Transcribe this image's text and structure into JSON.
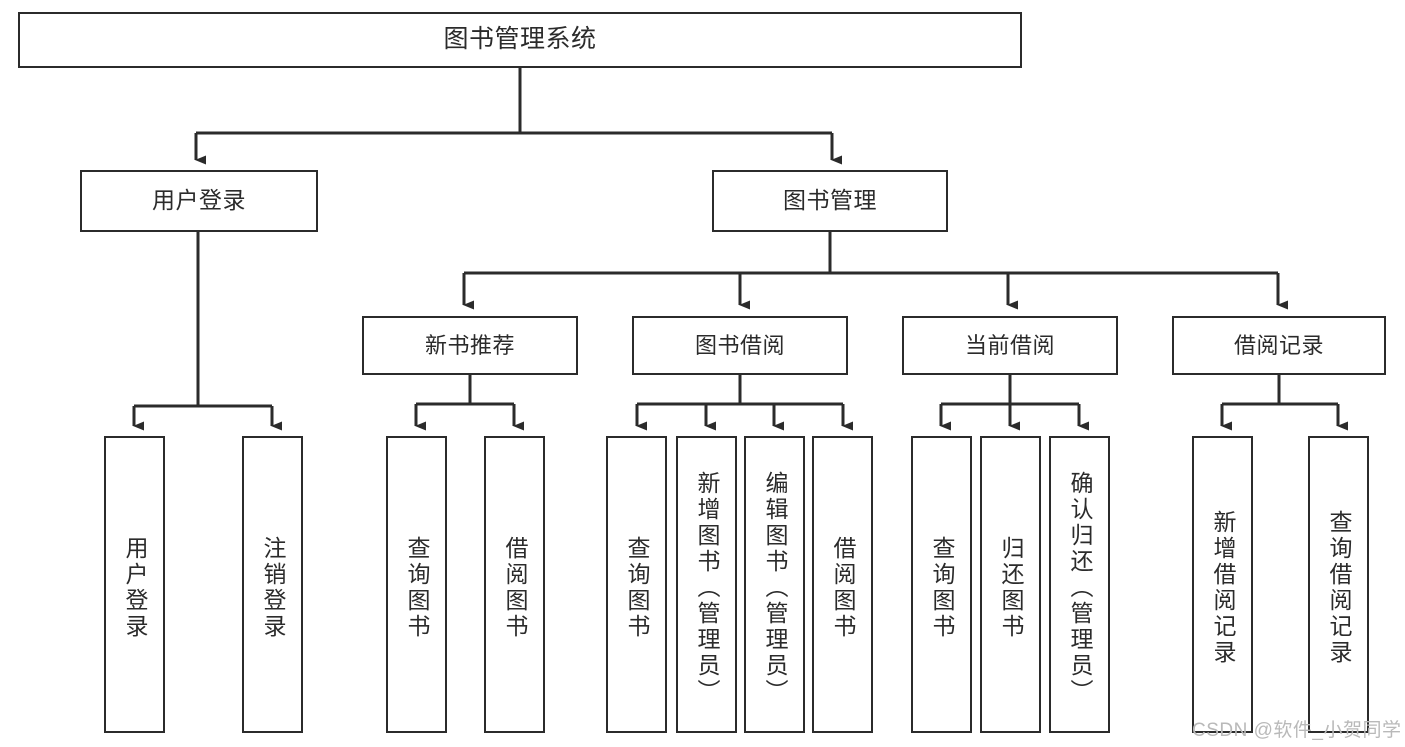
{
  "diagram": {
    "title": "图书管理系统",
    "type": "tree",
    "watermark": "CSDN @软件_小贺同学",
    "colors": {
      "box_border": "#2b2b2b",
      "box_fill": "#ffffff",
      "connector": "#2b2b2b",
      "background": "#ffffff",
      "watermark": "#b9b9b9"
    },
    "nodes": {
      "root": {
        "label": "图书管理系统"
      },
      "level2": [
        {
          "id": "user-login",
          "label": "用户登录"
        },
        {
          "id": "book-management",
          "label": "图书管理"
        }
      ],
      "level3": [
        {
          "id": "new-book-recommend",
          "label": "新书推荐"
        },
        {
          "id": "book-borrow",
          "label": "图书借阅"
        },
        {
          "id": "current-borrow",
          "label": "当前借阅"
        },
        {
          "id": "borrow-record",
          "label": "借阅记录"
        }
      ],
      "leaves": {
        "user-login": [
          {
            "id": "leaf-user-login",
            "label": "用户登录"
          },
          {
            "id": "leaf-logout",
            "label": "注销登录"
          }
        ],
        "new-book-recommend": [
          {
            "id": "leaf-query-book-1",
            "label": "查询图书"
          },
          {
            "id": "leaf-borrow-book-1",
            "label": "借阅图书"
          }
        ],
        "book-borrow": [
          {
            "id": "leaf-query-book-2",
            "label": "查询图书"
          },
          {
            "id": "leaf-add-book",
            "label": "新增图书（管理员）"
          },
          {
            "id": "leaf-edit-book",
            "label": "编辑图书（管理员）"
          },
          {
            "id": "leaf-borrow-book-2",
            "label": "借阅图书"
          }
        ],
        "current-borrow": [
          {
            "id": "leaf-query-book-3",
            "label": "查询图书"
          },
          {
            "id": "leaf-return-book",
            "label": "归还图书"
          },
          {
            "id": "leaf-confirm-return",
            "label": "确认归还（管理员）"
          }
        ],
        "borrow-record": [
          {
            "id": "leaf-add-record",
            "label": "新增借阅记录"
          },
          {
            "id": "leaf-query-record",
            "label": "查询借阅记录"
          }
        ]
      }
    }
  }
}
